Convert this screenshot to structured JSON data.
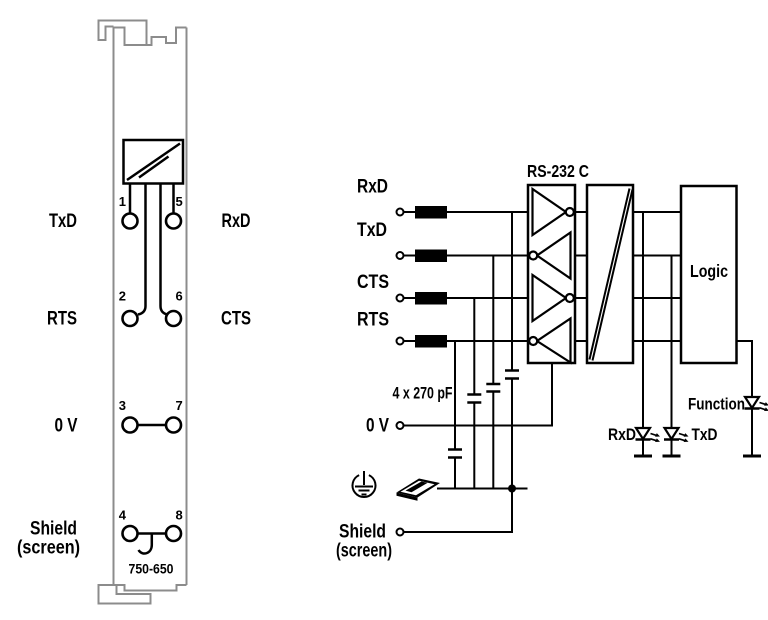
{
  "colors": {
    "background": "#ffffff",
    "circuit_line": "#000000",
    "module_outline": "#8c8c8c"
  },
  "module": {
    "part_number": "750-650",
    "labels": {
      "txd": "TxD",
      "rxd": "RxD",
      "rts": "RTS",
      "cts": "CTS",
      "zero_v": "0 V",
      "shield_line1": "Shield",
      "shield_line2": "(screen)"
    },
    "terminal_numbers": {
      "n1": "1",
      "n2": "2",
      "n3": "3",
      "n4": "4",
      "n5": "5",
      "n6": "6",
      "n7": "7",
      "n8": "8"
    }
  },
  "schematic": {
    "standard_label": "RS-232 C",
    "logic_label": "Logic",
    "capacitors_label": "4 x 270 pF",
    "signals": {
      "rxd": "RxD",
      "txd": "TxD",
      "cts": "CTS",
      "rts": "RTS"
    },
    "zero_v_label": "0 V",
    "shield_label_line1": "Shield",
    "shield_label_line2": "(screen)",
    "leds": {
      "rxd": "RxD",
      "txd": "TxD",
      "function": "Function"
    }
  }
}
